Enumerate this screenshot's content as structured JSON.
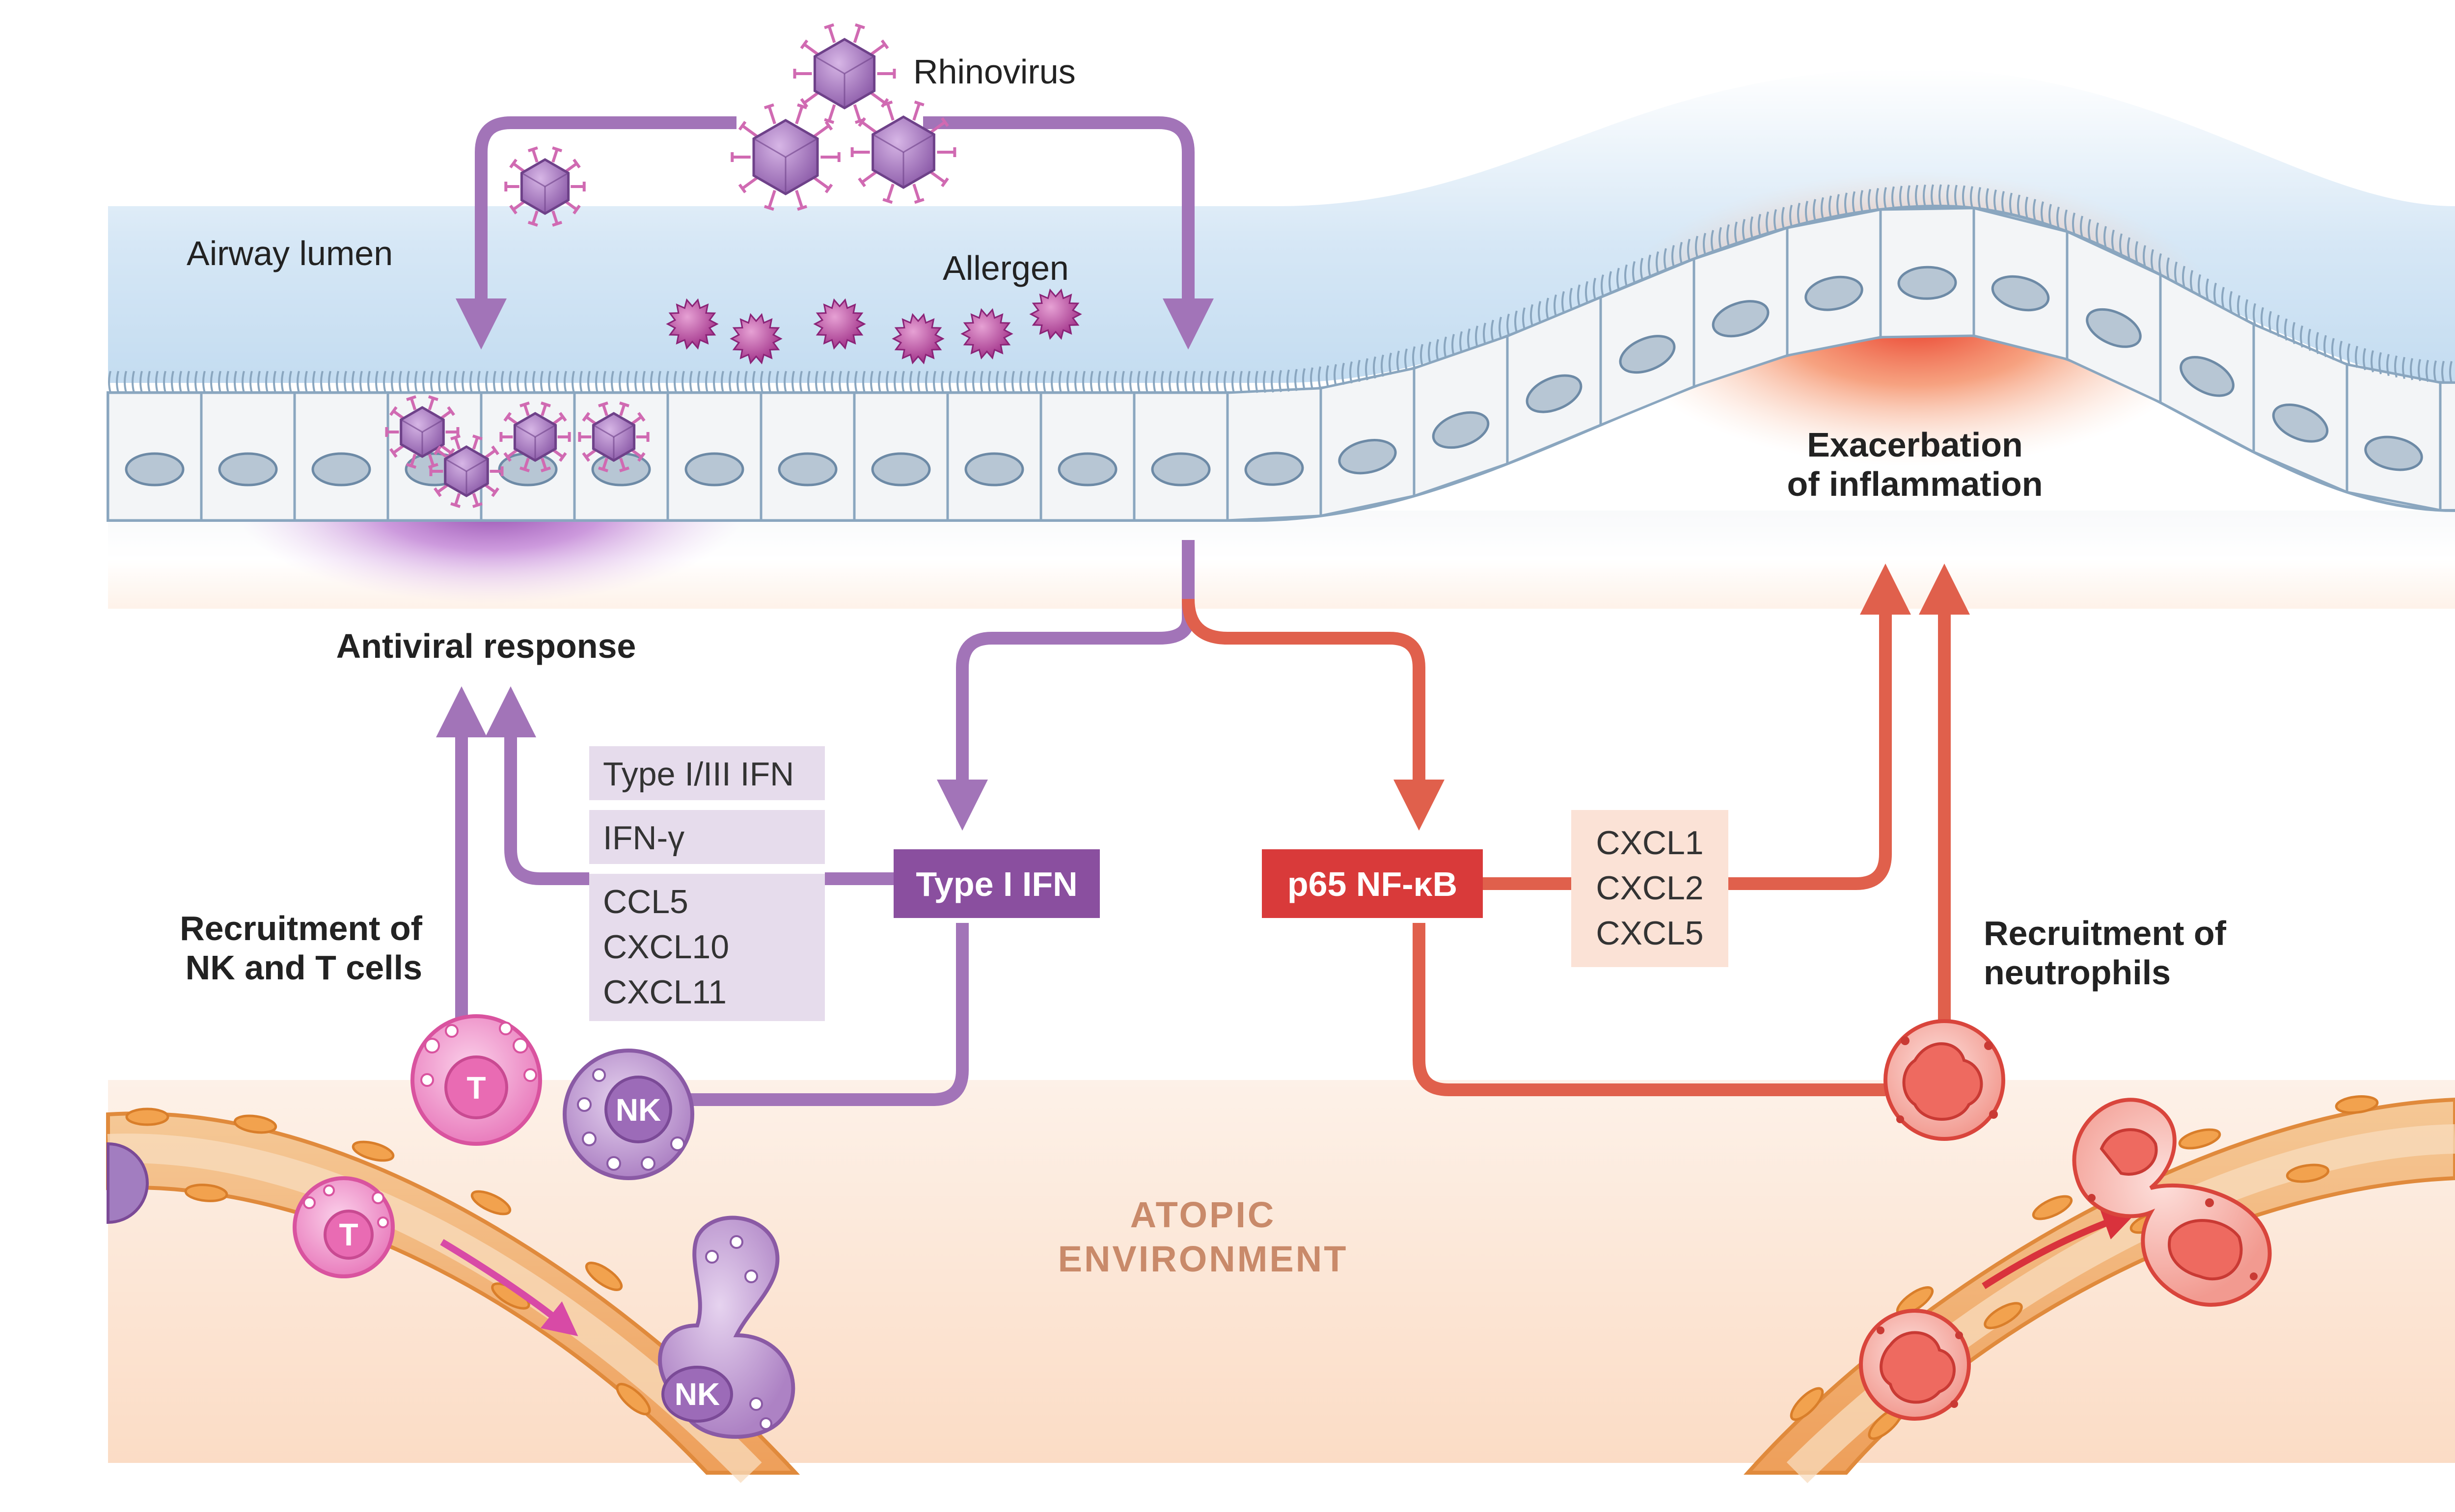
{
  "labels": {
    "rhinovirus": "Rhinovirus",
    "airway_lumen": "Airway lumen",
    "allergen": "Allergen",
    "antiviral_response": "Antiviral response",
    "exacerbation_line1": "Exacerbation",
    "exacerbation_line2": "of inflammation",
    "recruit_nk_line1": "Recruitment of",
    "recruit_nk_line2": "NK and T cells",
    "recruit_neut_line1": "Recruitment of",
    "recruit_neut_line2": "neutrophils",
    "atopic_line1": "ATOPIC",
    "atopic_line2": "ENVIRONMENT"
  },
  "boxes": {
    "type_ifn_list": [
      "Type I/III IFN",
      "IFN-γ"
    ],
    "chemokines_left": [
      "CCL5",
      "CXCL10",
      "CXCL11"
    ],
    "type1_ifn": "Type I IFN",
    "nfkb": "p65 NF-κB",
    "chemokines_right": [
      "CXCL1",
      "CXCL2",
      "CXCL5"
    ]
  },
  "cells": {
    "t_cell": "T",
    "nk_cell": "NK"
  },
  "colors": {
    "purple": "#a274b8",
    "purple_dark": "#8a4f9f",
    "red": "#e0604c",
    "red_dark": "#d93a3a",
    "box_purple": "#e6dcec",
    "box_peach": "#fbe2d6",
    "vessel": "#f1b980"
  }
}
